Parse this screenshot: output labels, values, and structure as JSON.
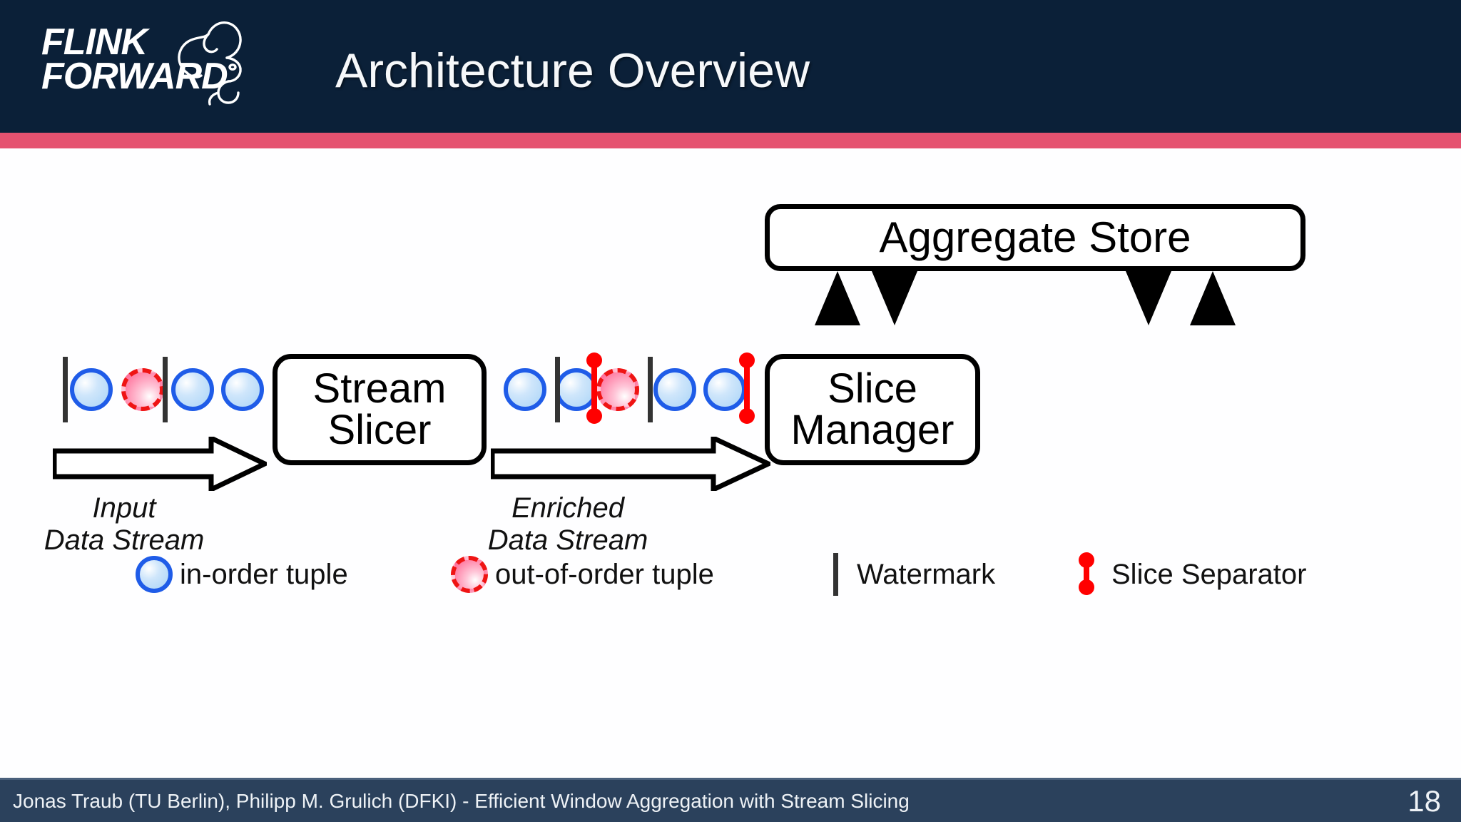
{
  "header": {
    "logo_line1": "FLINK",
    "logo_line2": "FORWARD",
    "logo_icon": "squirrel-icon",
    "title": "Architecture Overview",
    "bg_color": "#0b2038",
    "accent_color": "#e55270"
  },
  "diagram": {
    "nodes": [
      {
        "id": "stream-slicer",
        "label": "Stream\nSlicer"
      },
      {
        "id": "slice-manager",
        "label": "Slice\nManager"
      },
      {
        "id": "aggregate-store",
        "label": "Aggregate Store"
      }
    ],
    "captions": {
      "input_stream": "Input\nData Stream",
      "enriched_stream": "Enriched\nData Stream"
    },
    "input_stream_elements": [
      {
        "type": "watermark"
      },
      {
        "type": "in-order-tuple"
      },
      {
        "type": "out-of-order-tuple"
      },
      {
        "type": "watermark"
      },
      {
        "type": "in-order-tuple"
      },
      {
        "type": "in-order-tuple"
      }
    ],
    "enriched_stream_elements": [
      {
        "type": "in-order-tuple"
      },
      {
        "type": "watermark"
      },
      {
        "type": "in-order-tuple"
      },
      {
        "type": "slice-separator"
      },
      {
        "type": "out-of-order-tuple"
      },
      {
        "type": "watermark"
      },
      {
        "type": "in-order-tuple"
      },
      {
        "type": "in-order-tuple"
      },
      {
        "type": "slice-separator"
      }
    ],
    "arrows": [
      {
        "from": "input",
        "to": "stream-slicer"
      },
      {
        "from": "stream-slicer",
        "to": "slice-manager"
      }
    ],
    "store_connectors": [
      {
        "direction": "up"
      },
      {
        "direction": "down"
      },
      {
        "direction": "down"
      },
      {
        "direction": "up"
      }
    ],
    "colors": {
      "in_order_border": "#1f5ce8",
      "in_order_fill": "#a9d4f7",
      "out_of_order_border": "#ef1414",
      "out_of_order_fill": "#ff5f8e",
      "watermark": "#333333",
      "slice_separator": "#ff0000",
      "box_stroke": "#000000"
    }
  },
  "legend": {
    "items": [
      {
        "icon": "in-order-tuple-icon",
        "label": "in-order tuple"
      },
      {
        "icon": "out-of-order-tuple-icon",
        "label": "out-of-order tuple"
      },
      {
        "icon": "watermark-icon",
        "label": "Watermark"
      },
      {
        "icon": "slice-separator-icon",
        "label": "Slice Separator"
      }
    ]
  },
  "footer": {
    "text": "Jonas Traub (TU Berlin), Philipp M. Grulich (DFKI) - Efficient Window Aggregation with Stream Slicing",
    "page_number": "18",
    "bg_color": "#2b415c"
  }
}
